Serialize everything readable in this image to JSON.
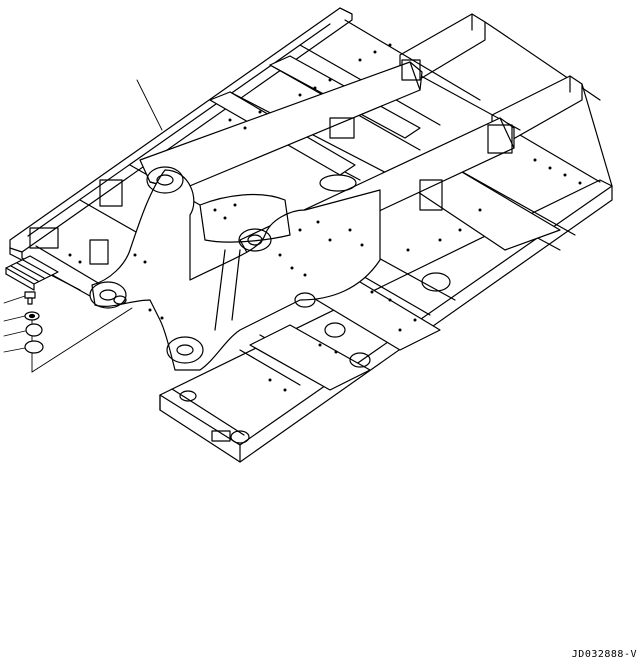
{
  "figure": {
    "drawing_code": "JD032888-V"
  },
  "parts_list": {
    "items": [
      "bolt",
      "washer",
      "plate",
      "plate"
    ]
  }
}
